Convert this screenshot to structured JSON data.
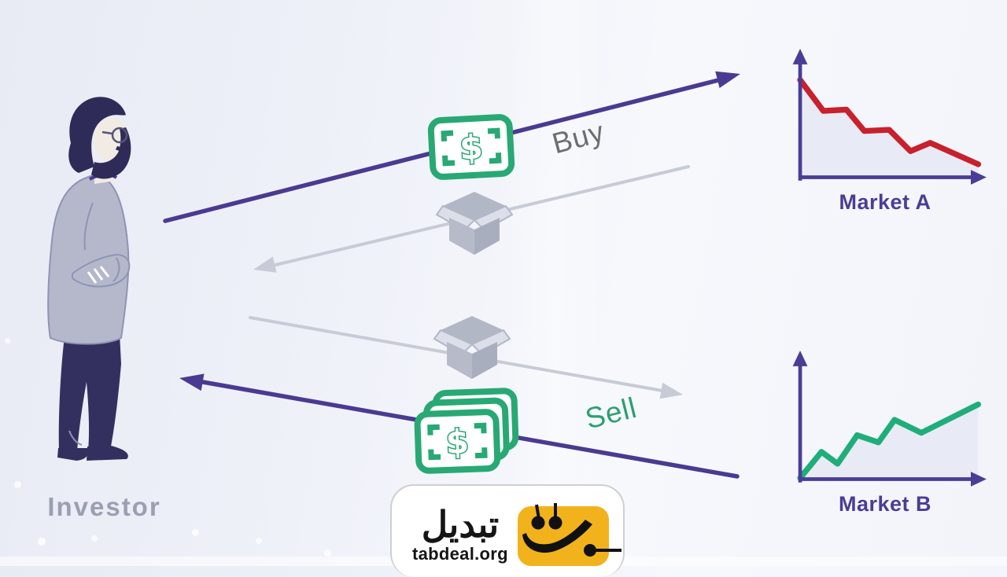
{
  "labels": {
    "investor": "Investor",
    "buy": "Buy",
    "sell": "Sell"
  },
  "logo": {
    "brand_persian": "تبدیل",
    "brand_domain": "tabdeal.org",
    "icon_color": "#F2B21C"
  },
  "flows": [
    {
      "name": "buy-money-to-market-a",
      "label": "Buy",
      "style": "purple-arrow",
      "icon": "money-bill"
    },
    {
      "name": "goods-from-market-a",
      "label": "",
      "style": "gray-arrow",
      "icon": "package-box"
    },
    {
      "name": "goods-to-market-b",
      "label": "",
      "style": "gray-arrow",
      "icon": "package-box"
    },
    {
      "name": "sell-money-from-market-b",
      "label": "Sell",
      "style": "purple-arrow",
      "icon": "money-stack"
    }
  ],
  "colors": {
    "accent_purple": "#4B3A92",
    "chart_axis_purple": "#4A3D96",
    "market_a_line": "#C8202C",
    "market_b_line": "#1FAE79",
    "money_green": "#28A974",
    "goods_gray": "#ADB2C2",
    "arrow_gray": "#C7CBD5",
    "buy_label_gray": "#6E6E6E",
    "sell_label_green": "#2AA06E",
    "investor_label_gray": "#9AA0B1",
    "logo_yellow": "#F2B21C",
    "background": "#EEF0F8",
    "chart_area_fill": "#E8EBF5"
  },
  "chart_data": [
    {
      "type": "line",
      "title": "Market A",
      "trend": "down",
      "color": "#C8202C",
      "points": [
        [
          0,
          82
        ],
        [
          13,
          56
        ],
        [
          26,
          57
        ],
        [
          36,
          39
        ],
        [
          50,
          40
        ],
        [
          62,
          22
        ],
        [
          73,
          29
        ],
        [
          100,
          11
        ]
      ],
      "xlabel": "",
      "ylabel": "",
      "grid": false
    },
    {
      "type": "line",
      "title": "Market B",
      "trend": "up",
      "color": "#1FAE79",
      "points": [
        [
          0,
          1
        ],
        [
          12,
          23
        ],
        [
          21,
          13
        ],
        [
          32,
          37
        ],
        [
          44,
          31
        ],
        [
          53,
          50
        ],
        [
          68,
          39
        ],
        [
          100,
          63
        ]
      ],
      "xlabel": "",
      "ylabel": "",
      "grid": false
    }
  ]
}
